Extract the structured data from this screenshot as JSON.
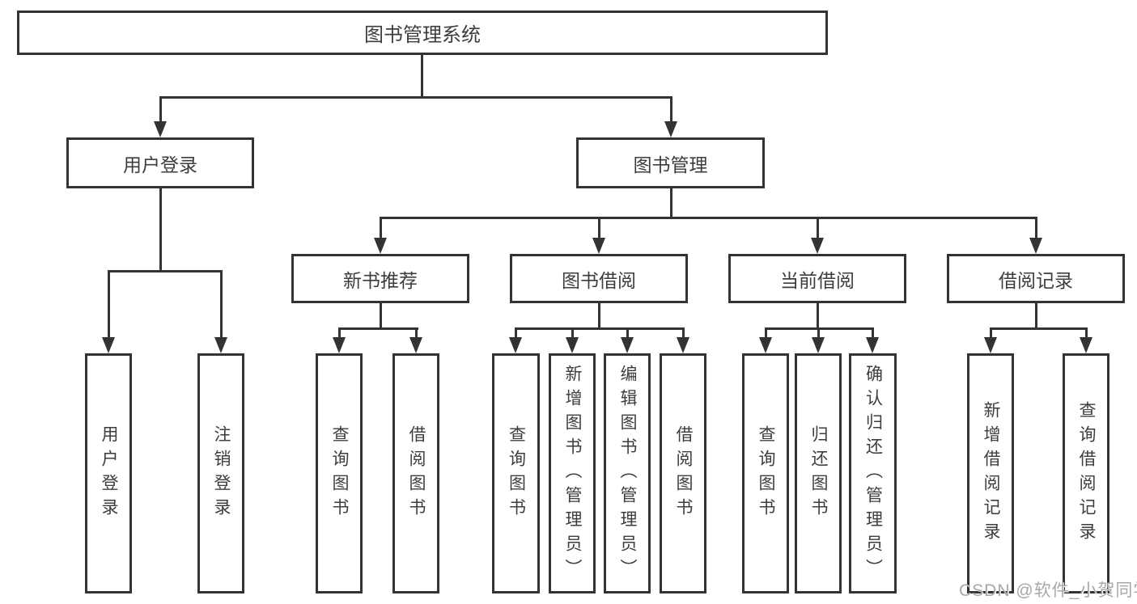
{
  "diagram": {
    "root": {
      "label": "图书管理系统"
    },
    "branches": [
      {
        "label": "用户登录",
        "leaves": [
          "用户登录",
          "注销登录"
        ]
      },
      {
        "label": "图书管理",
        "groups": [
          {
            "label": "新书推荐",
            "leaves": [
              "查询图书",
              "借阅图书"
            ]
          },
          {
            "label": "图书借阅",
            "leaves": [
              "查询图书",
              "新增图书（管理员）",
              "编辑图书（管理员）",
              "借阅图书"
            ]
          },
          {
            "label": "当前借阅",
            "leaves": [
              "查询图书",
              "归还图书",
              "确认归还（管理员）"
            ]
          },
          {
            "label": "借阅记录",
            "leaves": [
              "新增借阅记录",
              "查询借阅记录"
            ]
          }
        ]
      }
    ]
  },
  "watermark": {
    "text": "CSDN @软件_小贺同学"
  },
  "colors": {
    "line": "#333333",
    "text": "#3d3d3d",
    "background": "#ffffff",
    "watermark": "#a8a8a8"
  }
}
